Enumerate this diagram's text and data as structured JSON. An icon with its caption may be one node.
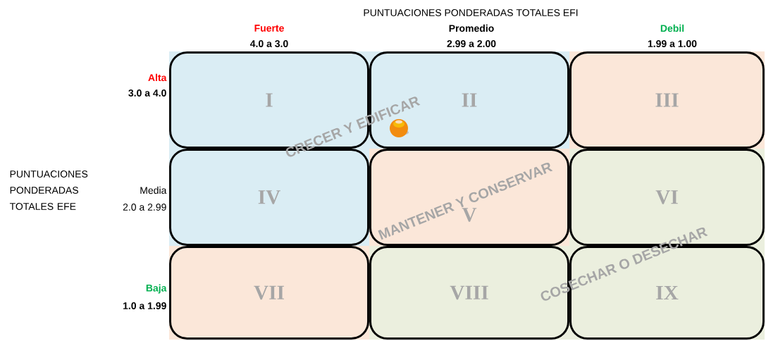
{
  "diagram": {
    "nodes": [
      {
        "text": [
          "I"
        ]
      },
      {
        "text": [
          "II"
        ]
      },
      {
        "text": [
          "III"
        ]
      },
      {
        "text": [
          "IV"
        ]
      },
      {
        "text": [
          "V"
        ]
      },
      {
        "text": [
          "VI"
        ]
      },
      {
        "text": [
          "VII"
        ]
      },
      {
        "text": [
          "VIII"
        ]
      },
      {
        "text": [
          "IX"
        ]
      }
    ],
    "labels": [
      "PUNTUACIONES PONDERADAS TOTALES EFI",
      "Fuerte",
      "Promedio",
      "Debil",
      "4.0 a 3.0",
      "2.99 a 2.00",
      "1.99 a 1.00",
      "Alta",
      "3.0 a 4.0",
      "PUNTUACIONES PONDERADAS TOTALES EFE",
      "Media",
      "2.0 a 2.99",
      "Baja",
      "1.0 a 1.99",
      "CRECER Y EDIFICAR",
      "MANTENER Y CONSERVAR",
      "COSECHAR O DESECHAR"
    ]
  }
}
